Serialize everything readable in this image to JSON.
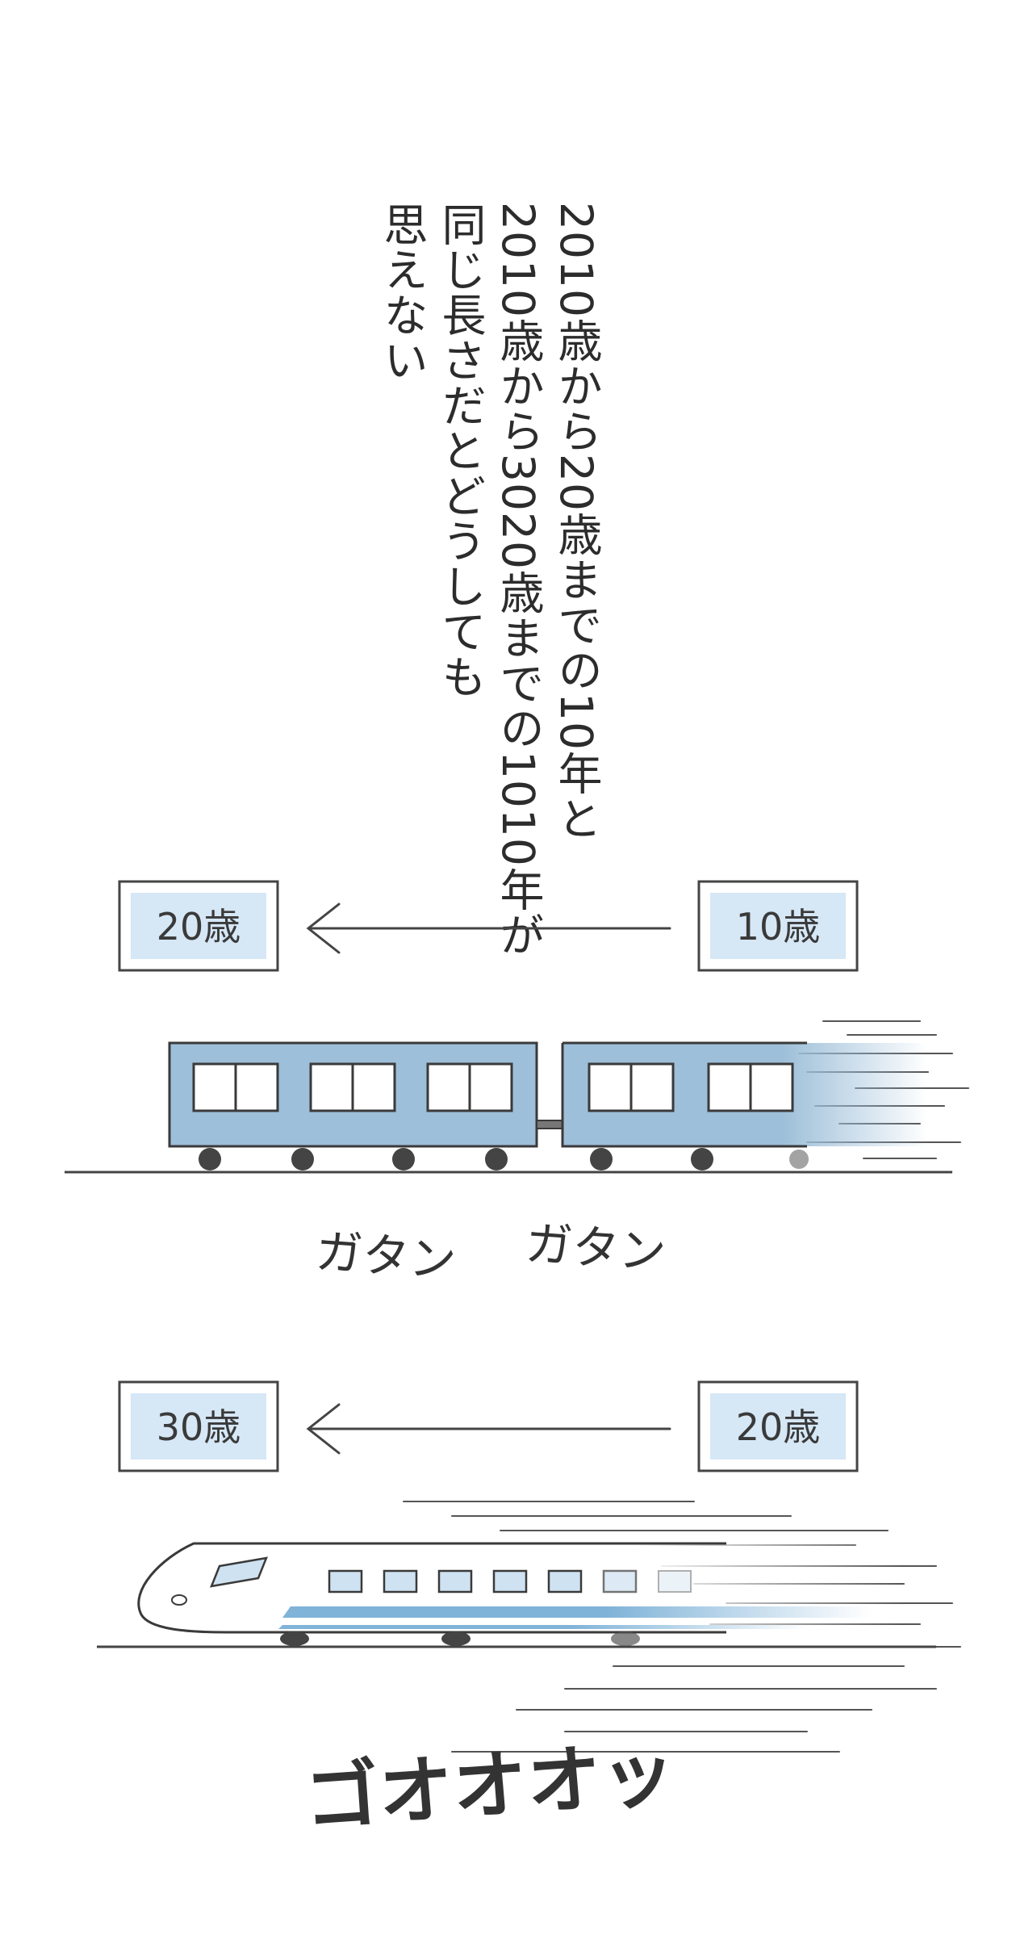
{
  "narration": {
    "lines": [
      "2010歳から20歳までの10年と",
      "2010歳から3020歳までの1010年が",
      "同じ長さだとどうしても",
      "思えない"
    ]
  },
  "scene_local_train": {
    "from_sign": "10歳",
    "to_sign": "20歳",
    "sound_1": "ガタン",
    "sound_2": "ガタン"
  },
  "scene_bullet_train": {
    "from_sign": "20歳",
    "to_sign": "30歳",
    "sound": "ゴオオオッ"
  },
  "colors": {
    "sign_fill": "#d6e7f6",
    "train_blue": "#9dbfd9",
    "stripe_blue": "#7fb3d8",
    "ink": "#333333"
  }
}
